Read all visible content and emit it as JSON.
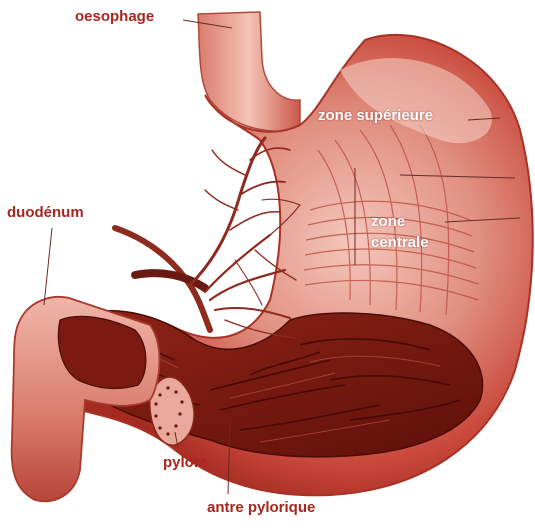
{
  "labels": {
    "oesophage": "oesophage",
    "zone_superieure": "zone supérieure",
    "zone_centrale_line1": "zone",
    "zone_centrale_line2": "centrale",
    "duodenum": "duodénum",
    "pylore": "pylore",
    "antre_pylorique": "antre pylorique"
  },
  "colors": {
    "label_text": "#a8261e",
    "stomach_outer": "#c8473b",
    "stomach_light": "#e9a79b",
    "stomach_inner": "#7e1b12",
    "rugae_dark": "#5a0f0a",
    "vessel": "#8e2a1e",
    "leader_line": "#6b2a22"
  }
}
